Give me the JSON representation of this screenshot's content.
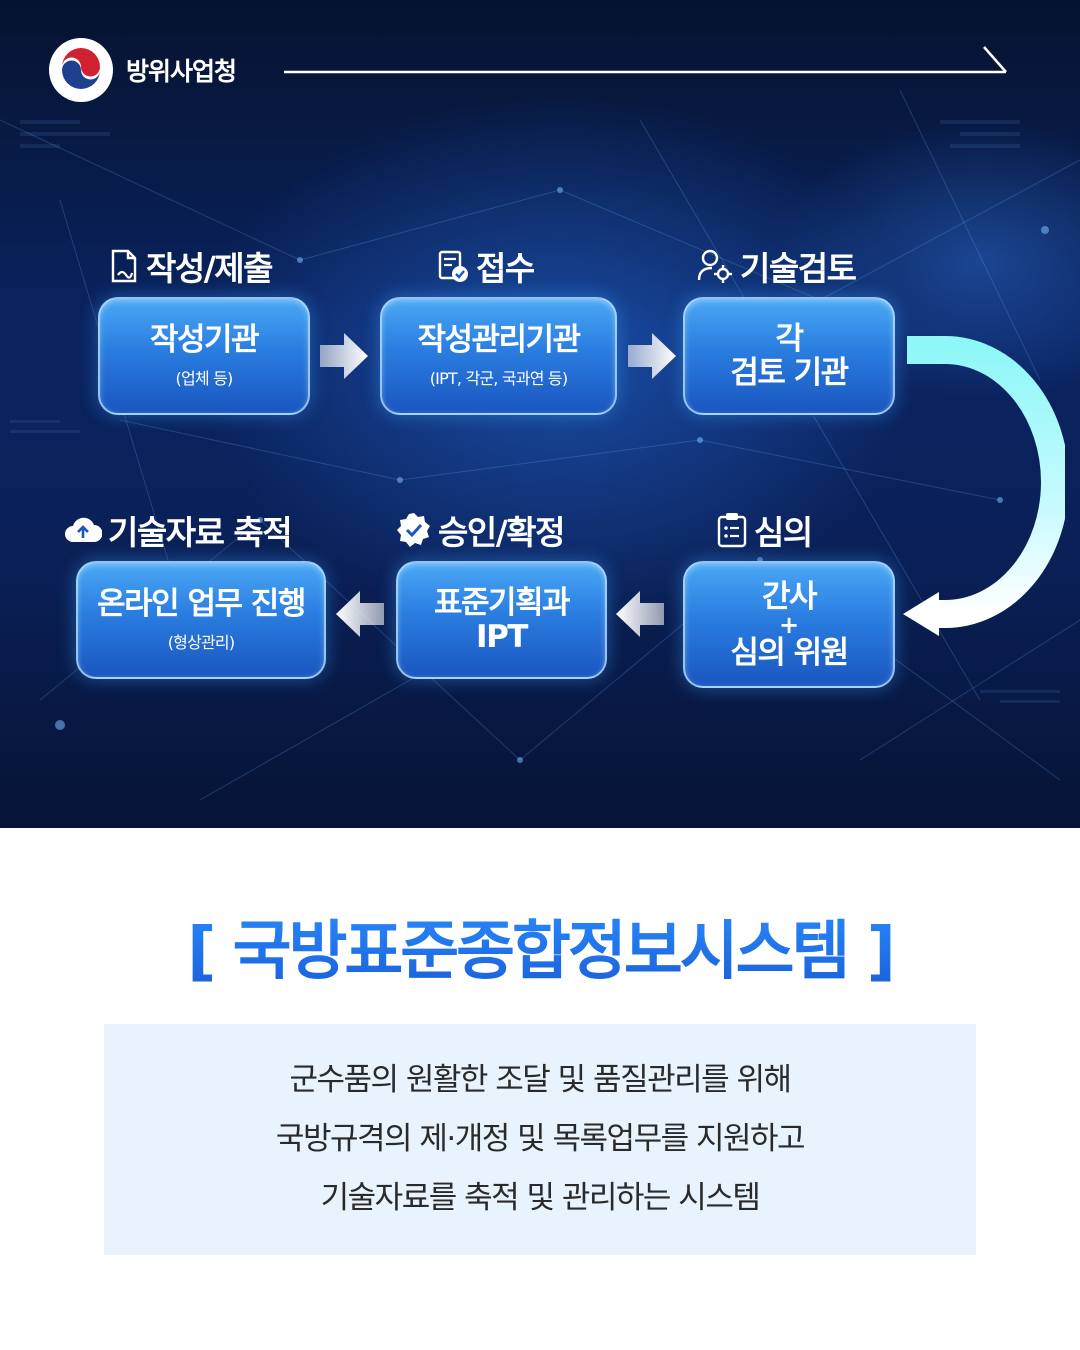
{
  "header": {
    "org_name": "방위사업청",
    "logo_icon": "korea-taegeuk-emblem"
  },
  "steps": [
    {
      "label": "작성/제출",
      "icon": "document-icon",
      "box_main": "작성기관",
      "box_sub": "(업체 등)"
    },
    {
      "label": "접수",
      "icon": "receipt-check-icon",
      "box_main": "작성관리기관",
      "box_sub": "(IPT, 각군, 국과연 등)"
    },
    {
      "label": "기술검토",
      "icon": "user-gear-icon",
      "box_main_1": "각",
      "box_main_2": "검토 기관"
    },
    {
      "label": "심의",
      "icon": "clipboard-list-icon",
      "box_main_1": "간사",
      "box_plus": "+",
      "box_main_2": "심의 위원"
    },
    {
      "label": "승인/확정",
      "icon": "verified-badge-icon",
      "box_main_1": "표준기획과",
      "box_main_2": "IPT"
    },
    {
      "label": "기술자료 축적",
      "icon": "cloud-upload-icon",
      "box_main": "온라인 업무 진행",
      "box_sub": "(형상관리)"
    }
  ],
  "title": "[ 국방표준종합정보시스템 ]",
  "description": [
    "군수품의 원활한 조달 및 품질관리를 위해",
    "국방규격의 제·개정 및 목록업무를 지원하고",
    "기술자료를 축적 및 관리하는 시스템"
  ],
  "colors": {
    "background_top": "#0a2462",
    "box_gradient_top": "#4aa8f5",
    "box_gradient_bottom": "#1a56c0",
    "title_blue": "#1a6ae8",
    "desc_bg": "#e9f3fd",
    "connector_cyan": "#7ff3f6"
  }
}
